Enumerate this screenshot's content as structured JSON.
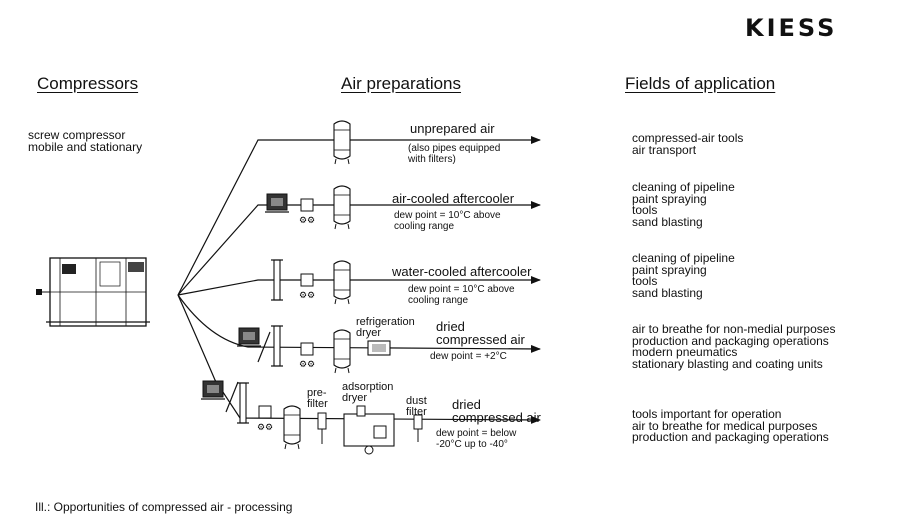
{
  "logo": "KIESS",
  "headers": {
    "compressors": "Compressors",
    "air_preparations": "Air preparations",
    "fields": "Fields of application"
  },
  "compressor_desc": [
    "screw compressor",
    "mobile and stationary"
  ],
  "rows": [
    {
      "title": "unprepared air",
      "notes": [
        "(also pipes equipped",
        "with filters)"
      ],
      "fields": [
        "compressed-air tools",
        "air transport"
      ]
    },
    {
      "title": "air-cooled aftercooler",
      "notes": [
        "dew point = 10°C above",
        "cooling range"
      ],
      "fields": [
        "cleaning of pipeline",
        "paint spraying",
        "tools",
        "sand blasting"
      ]
    },
    {
      "title": "water-cooled aftercooler",
      "notes": [
        "dew point = 10°C above",
        "cooling range"
      ],
      "fields": [
        "cleaning of pipeline",
        "paint spraying",
        "tools",
        "sand blasting"
      ]
    },
    {
      "title": [
        "dried",
        "compressed air"
      ],
      "component": [
        "refrigeration",
        "dryer"
      ],
      "notes": [
        "dew point = +2°C"
      ],
      "fields": [
        "air to breathe for non-medial purposes",
        "production and packaging operations",
        "modern pneumatics",
        "stationary blasting and coating units"
      ]
    },
    {
      "title": [
        "dried",
        "compressed air"
      ],
      "components": {
        "prefilter": [
          "pre-",
          "filter"
        ],
        "adsorption": [
          "adsorption",
          "dryer"
        ],
        "dust": [
          "dust",
          "filter"
        ]
      },
      "notes": [
        "dew point = below",
        "-20°C up to -40°"
      ],
      "fields": [
        "tools important for operation",
        "air to breathe for medical purposes",
        "production and packaging operations"
      ]
    }
  ],
  "caption": "Ill.: Opportunities of compressed air - processing"
}
